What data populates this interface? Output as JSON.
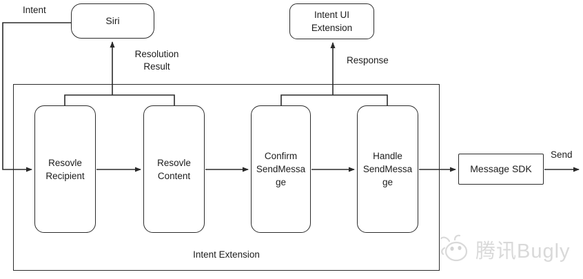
{
  "nodes": {
    "siri": {
      "label": "Siri"
    },
    "intent_ui_extension": {
      "lines": [
        "Intent UI",
        "Extension"
      ]
    },
    "resolve_recipient": {
      "lines": [
        "Resovle",
        "Recipient"
      ]
    },
    "resolve_content": {
      "lines": [
        "Resovle",
        "Content"
      ]
    },
    "confirm_send_message": {
      "lines": [
        "Confirm",
        "SendMessa",
        "ge"
      ]
    },
    "handle_send_message": {
      "lines": [
        "Handle",
        "SendMessa",
        "ge"
      ]
    },
    "message_sdk": {
      "label": "Message SDK"
    }
  },
  "group": {
    "label": "Intent Extension"
  },
  "edge_labels": {
    "intent": "Intent",
    "resolution_result": {
      "lines": [
        "Resolution",
        "Result"
      ]
    },
    "response": "Response",
    "send": "Send"
  },
  "colors": {
    "stroke": "#2a2a2a",
    "background": "#ffffff",
    "watermark": "#d9d9d9"
  },
  "watermark": {
    "text": "腾讯Bugly",
    "icon": "bugly-bug-face-icon"
  }
}
